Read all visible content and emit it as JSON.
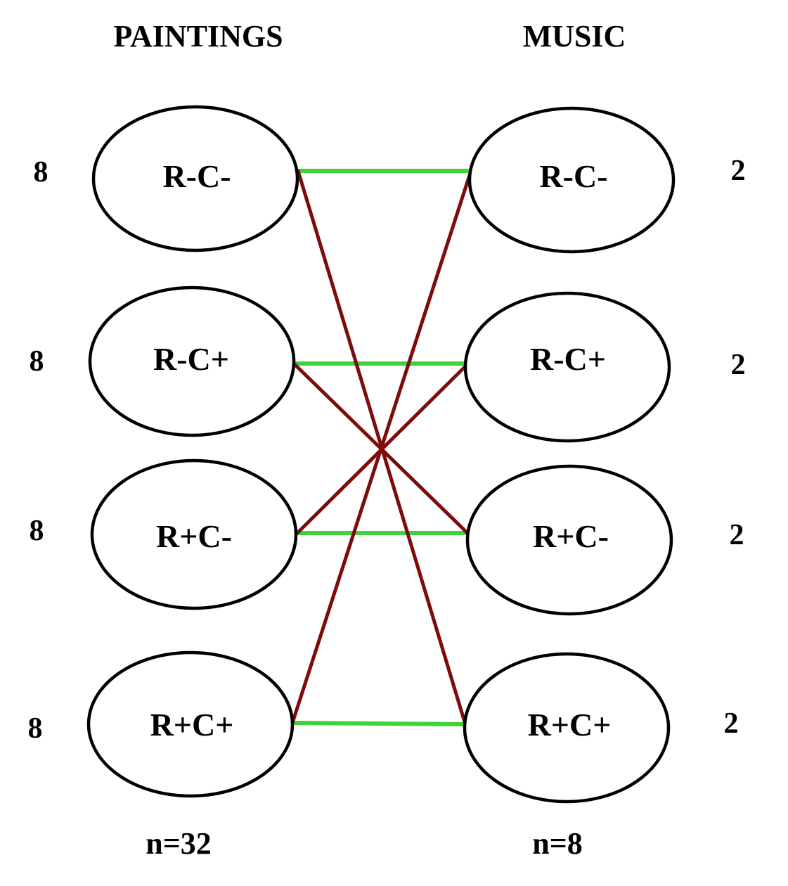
{
  "groups": {
    "paintings": {
      "title": "PAINTINGS",
      "total": "n=32",
      "nodes": [
        {
          "label": "R-C-",
          "count": "8"
        },
        {
          "label": "R-C+",
          "count": "8"
        },
        {
          "label": "R+C-",
          "count": "8"
        },
        {
          "label": "R+C+",
          "count": "8"
        }
      ]
    },
    "music": {
      "title": "MUSIC",
      "total": "n=8",
      "nodes": [
        {
          "label": "R-C-",
          "count": "2"
        },
        {
          "label": "R-C+",
          "count": "2"
        },
        {
          "label": "R+C-",
          "count": "2"
        },
        {
          "label": "R+C+",
          "count": "2"
        }
      ]
    }
  },
  "edges": [
    {
      "from": 0,
      "to": 0,
      "kind": "same"
    },
    {
      "from": 1,
      "to": 1,
      "kind": "same"
    },
    {
      "from": 2,
      "to": 2,
      "kind": "same"
    },
    {
      "from": 3,
      "to": 3,
      "kind": "same"
    },
    {
      "from": 0,
      "to": 3,
      "kind": "cross"
    },
    {
      "from": 1,
      "to": 2,
      "kind": "cross"
    },
    {
      "from": 2,
      "to": 1,
      "kind": "cross"
    },
    {
      "from": 3,
      "to": 0,
      "kind": "cross"
    }
  ],
  "colors": {
    "same_edge": "#3fd33b",
    "cross_edge": "#7d0b0b",
    "ellipse_stroke": "#000000"
  }
}
